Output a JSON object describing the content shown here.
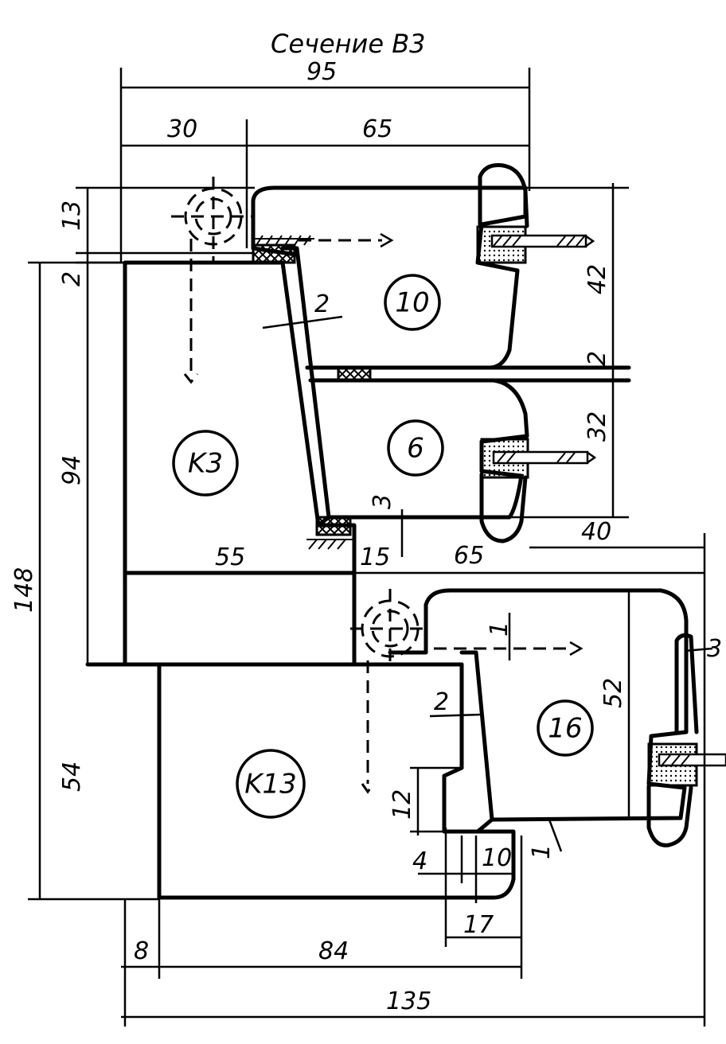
{
  "title": "Сечение B3",
  "dimensions": {
    "top_overall": "95",
    "top_left": "30",
    "top_right": "65",
    "left_13": "13",
    "left_2": "2",
    "left_94": "94",
    "left_148": "148",
    "left_54": "54",
    "right_42": "42",
    "right_2": "2",
    "right_32": "32",
    "right_40": "40",
    "mid_55": "55",
    "mid_15": "15",
    "mid_65": "65",
    "wall_2_upper": "2",
    "step_3": "3",
    "right_52": "52",
    "right_3": "3",
    "lower_1_top": "1",
    "wall_2_lower": "2",
    "lower_12": "12",
    "lower_4": "4",
    "lower_10": "10",
    "lower_1_bottom": "1",
    "lower_17": "17",
    "bottom_8": "8",
    "bottom_84": "84",
    "bottom_135": "135"
  },
  "parts": {
    "k3": "K3",
    "k13": "K13",
    "p10": "10",
    "p6": "6",
    "p16": "16"
  }
}
